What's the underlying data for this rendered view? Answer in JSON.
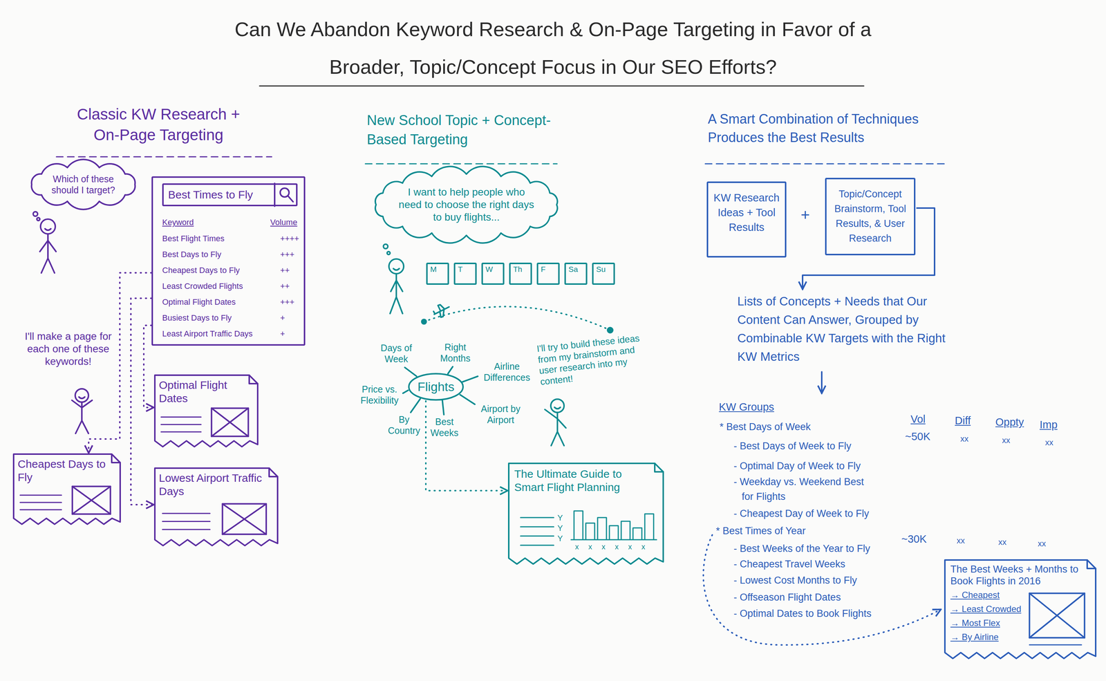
{
  "diagram": {
    "title": "Can We Abandon Keyword Research & On-Page Targeting in Favor of a Broader, Topic/Concept Focus in Our SEO Efforts?",
    "nodes": [
      {
        "text": [
          "Which of these should I target?"
        ]
      },
      {
        "text": [
          "Keyword",
          "Volume",
          "Best Flight Times",
          "++++",
          "Best Days to Fly",
          "+++",
          "Cheapest Days to Fly",
          "++",
          "Least Crowded Flights",
          "++",
          "Optimal Flight Dates",
          "+++",
          "Busiest Days to Fly",
          "+",
          "Least Airport Traffic Days",
          "+"
        ]
      },
      {
        "text": [
          "Best Times to Fly"
        ],
        "in": 1
      },
      {
        "text": [
          "Optimal Flight Dates"
        ]
      },
      {
        "text": [
          "Cheapest Days to Fly"
        ]
      },
      {
        "text": [
          "Lowest Airport Traffic Days"
        ]
      },
      {
        "text": [
          "I want to help people who need to choose the right days to buy flights..."
        ]
      },
      {
        "text": [
          "M"
        ]
      },
      {
        "text": [
          "T"
        ]
      },
      {
        "text": [
          "W"
        ]
      },
      {
        "text": [
          "Th"
        ]
      },
      {
        "text": [
          "F"
        ]
      },
      {
        "text": [
          "Sa"
        ]
      },
      {
        "text": [
          "Su"
        ]
      },
      {
        "text": [
          "Flights"
        ]
      },
      {
        "text": [
          "The Ultimate Guide to Smart Flight Planning"
        ]
      },
      {
        "text": [
          "KW Research Ideas + Tool Results"
        ]
      },
      {
        "text": [
          "Topic/Concept Brainstorm, Tool Results, & User Research"
        ]
      },
      {
        "text": [
          "The Best Weeks + Months to Book Flights in 2016",
          "→ Cheapest",
          "→ Least Crowded",
          "→ Most Flex",
          "→ By Airline"
        ]
      }
    ],
    "edges": [
      {
        "from": 1,
        "to": 3,
        "arrow": "to"
      },
      {
        "from": 1,
        "to": 4,
        "arrow": "to"
      },
      {
        "from": 1,
        "to": 5,
        "arrow": "to"
      },
      {
        "from": 14,
        "to": 15,
        "arrow": "to"
      }
    ],
    "labels": [
      "Classic KW Research + On-Page Targeting",
      "I'll make a page for each one of these keywords!",
      "New School Topic + Concept-Based Targeting",
      "Days of Week",
      "Right Months",
      "Airline Differences",
      "Airport by Airport",
      "Best Weeks",
      "By Country",
      "Price vs. Flexibility",
      "I'll try to build these ideas from my brainstorm and user research into my content!",
      "Y",
      "Y",
      "Y",
      "x",
      "x",
      "x",
      "x",
      "x",
      "x",
      "A Smart Combination of Techniques Produces the Best Results",
      "+",
      "Lists of Concepts + Needs that Our Content Can Answer, Grouped by Combinable KW Targets with the Right KW Metrics",
      "KW Groups",
      "* Best Days of Week",
      "- Best Days of Week to Fly",
      "- Optimal Day of Week to Fly",
      "- Weekday vs. Weekend Best for Flights",
      "- Cheapest Day of Week to Fly",
      "* Best Times of Year",
      "- Best Weeks of the Year to Fly",
      "- Cheapest Travel Weeks",
      "- Lowest Cost Months to Fly",
      "- Offseason Flight Dates",
      "- Optimal Dates to Book Flights",
      "Vol",
      "Diff",
      "Oppty",
      "Imp",
      "~50K",
      "xx",
      "xx",
      "xx",
      "~30K",
      "xx",
      "xx",
      "xx"
    ]
  }
}
